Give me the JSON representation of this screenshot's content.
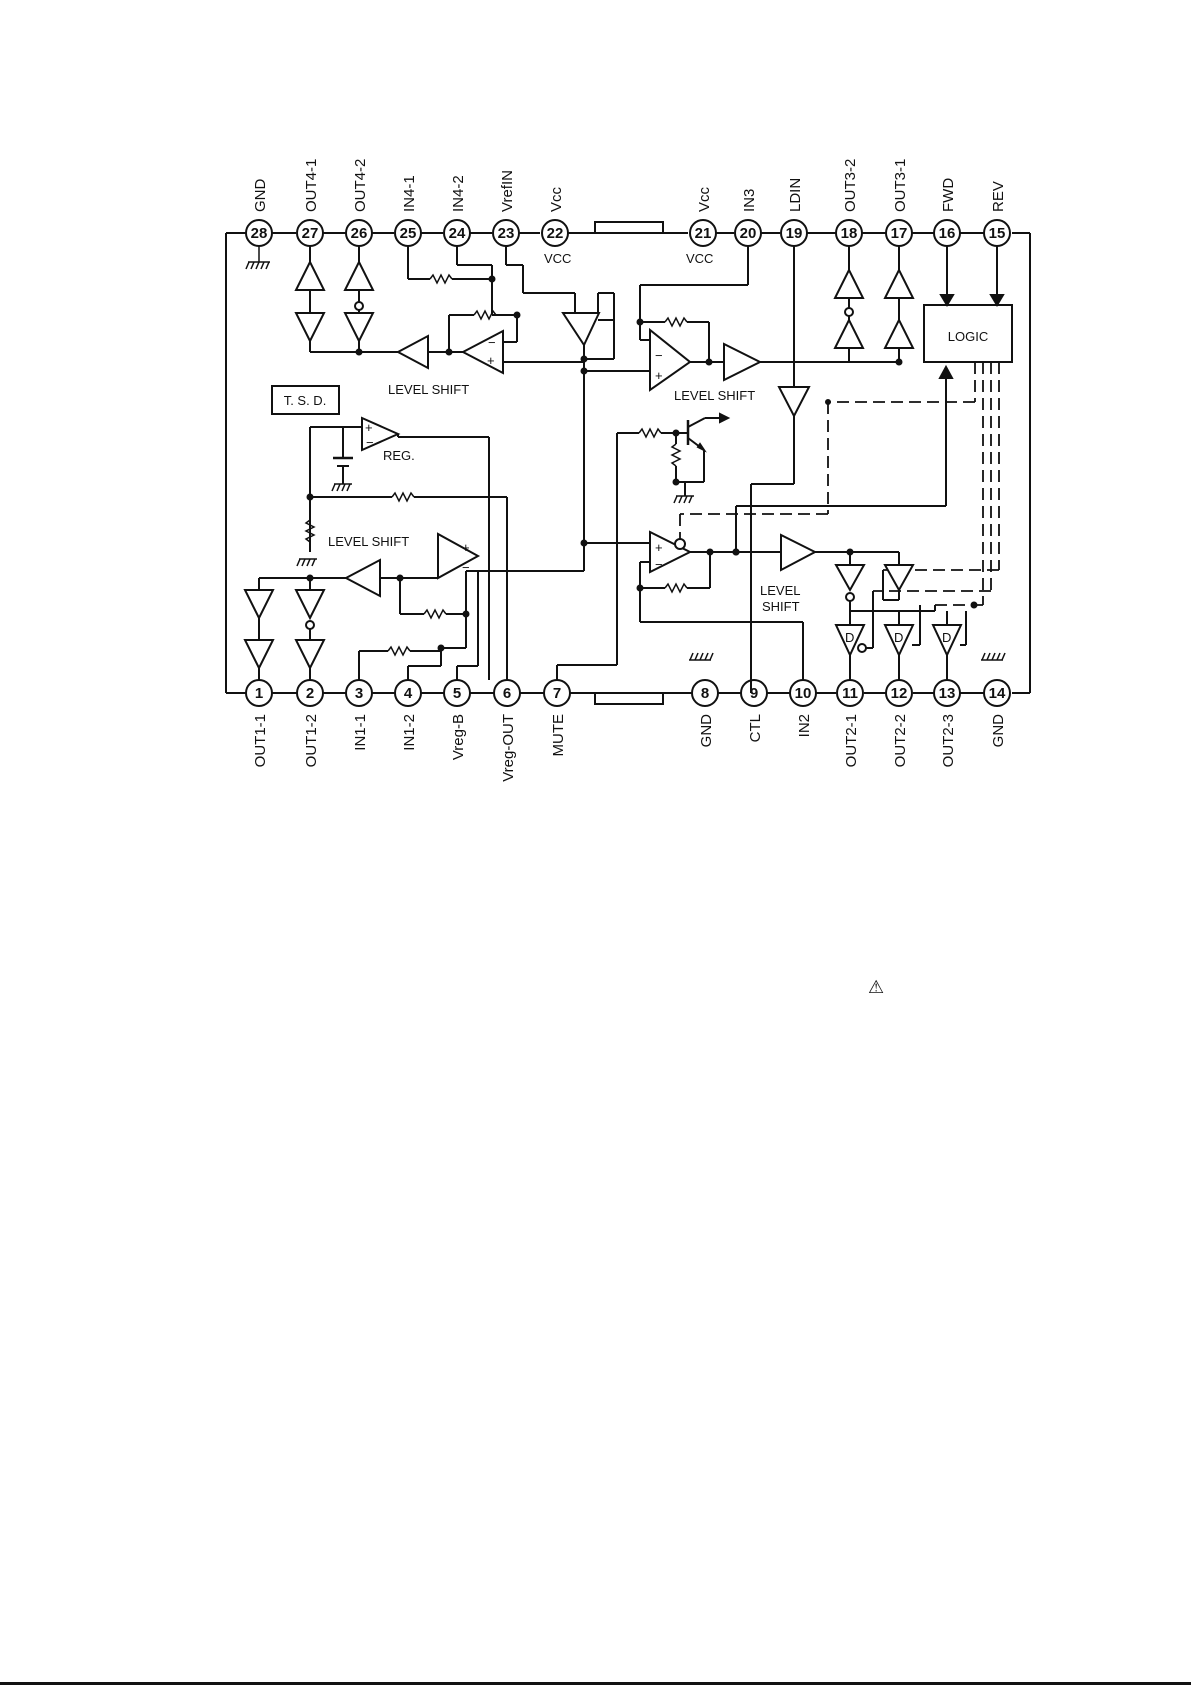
{
  "top_pins": [
    {
      "num": "28",
      "label": "GND"
    },
    {
      "num": "27",
      "label": "OUT4-1"
    },
    {
      "num": "26",
      "label": "OUT4-2"
    },
    {
      "num": "25",
      "label": "IN4-1"
    },
    {
      "num": "24",
      "label": "IN4-2"
    },
    {
      "num": "23",
      "label": "VrefIN"
    },
    {
      "num": "22",
      "label": "Vcc"
    },
    {
      "num": "21",
      "label": "Vcc"
    },
    {
      "num": "20",
      "label": "IN3"
    },
    {
      "num": "19",
      "label": "LDIN"
    },
    {
      "num": "18",
      "label": "OUT3-2"
    },
    {
      "num": "17",
      "label": "OUT3-1"
    },
    {
      "num": "16",
      "label": "FWD"
    },
    {
      "num": "15",
      "label": "REV"
    }
  ],
  "bottom_pins": [
    {
      "num": "1",
      "label": "OUT1-1"
    },
    {
      "num": "2",
      "label": "OUT1-2"
    },
    {
      "num": "3",
      "label": "IN1-1"
    },
    {
      "num": "4",
      "label": "IN1-2"
    },
    {
      "num": "5",
      "label": "Vreg-B"
    },
    {
      "num": "6",
      "label": "Vreg-OUT"
    },
    {
      "num": "7",
      "label": "MUTE"
    },
    {
      "num": "8",
      "label": "GND"
    },
    {
      "num": "9",
      "label": "CTL"
    },
    {
      "num": "10",
      "label": "IN2"
    },
    {
      "num": "11",
      "label": "OUT2-1"
    },
    {
      "num": "12",
      "label": "OUT2-2"
    },
    {
      "num": "13",
      "label": "OUT2-3"
    },
    {
      "num": "14",
      "label": "GND"
    }
  ],
  "labels": {
    "vcc_22": "VCC",
    "vcc_21": "VCC",
    "logic": "LOGIC",
    "tsd": "T. S. D.",
    "reg": "REG.",
    "level_shift_ch4": "LEVEL SHIFT",
    "level_shift_ch3": "LEVEL SHIFT",
    "level_shift_ch1": "LEVEL SHIFT",
    "level_ch2": "LEVEL",
    "shift_ch2": "SHIFT",
    "d1": "D",
    "d2": "D",
    "d3": "D"
  },
  "colors": {
    "ink": "#111111",
    "paper": "#ffffff"
  },
  "icons": {
    "warning": "warning-triangle-icon"
  }
}
